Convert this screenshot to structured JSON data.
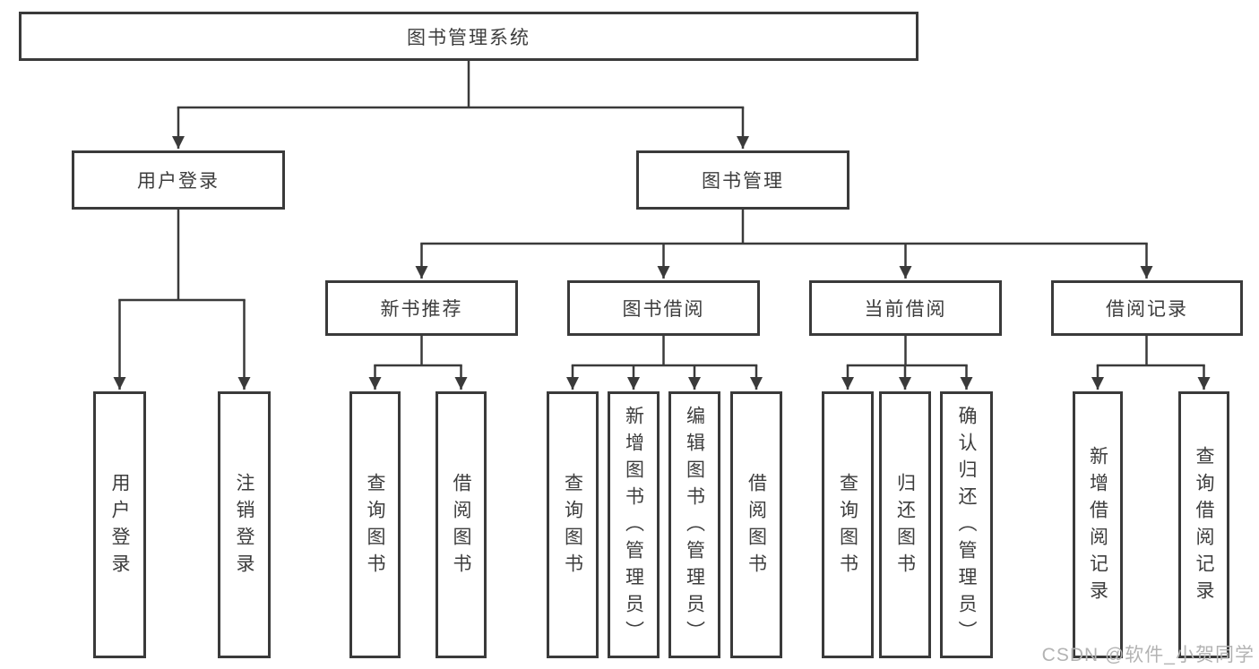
{
  "tree": {
    "label": "图书管理系统",
    "children": [
      {
        "label": "用户登录",
        "children": [
          {
            "label": "用户登录"
          },
          {
            "label": "注销登录"
          }
        ]
      },
      {
        "label": "图书管理",
        "children": [
          {
            "label": "新书推荐",
            "children": [
              {
                "label": "查询图书"
              },
              {
                "label": "借阅图书"
              }
            ]
          },
          {
            "label": "图书借阅",
            "children": [
              {
                "label": "查询图书"
              },
              {
                "label": "新增图书（管理员）"
              },
              {
                "label": "编辑图书（管理员）"
              },
              {
                "label": "借阅图书"
              }
            ]
          },
          {
            "label": "当前借阅",
            "children": [
              {
                "label": "查询图书"
              },
              {
                "label": "归还图书"
              },
              {
                "label": "确认归还（管理员）"
              }
            ]
          },
          {
            "label": "借阅记录",
            "children": [
              {
                "label": "新增借阅记录"
              },
              {
                "label": "查询借阅记录"
              }
            ]
          }
        ]
      }
    ]
  },
  "watermark": {
    "text": "CSDN @软件_小贺同学"
  },
  "colors": {
    "line": "#3a3a3a",
    "box_border": "#3a3a3a",
    "text": "#3d3d3d",
    "watermark": "#b3b3b3",
    "background": "#ffffff"
  }
}
